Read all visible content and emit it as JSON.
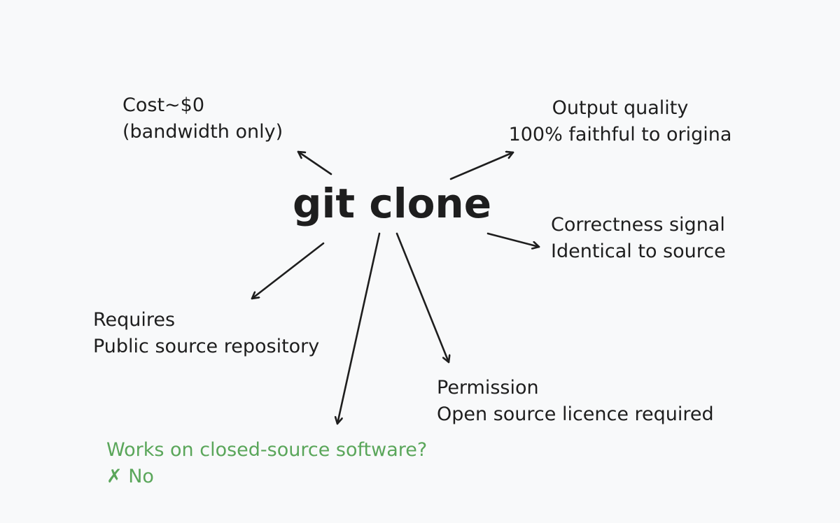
{
  "center": {
    "label": "git clone"
  },
  "nodes": {
    "cost": {
      "title": "Cost~$0",
      "detail": "(bandwidth only)"
    },
    "output": {
      "title": "Output quality",
      "detail": "100% faithful to origina"
    },
    "correctness": {
      "title": "Correctness signal",
      "detail": "Identical to source"
    },
    "requires": {
      "title": "Requires",
      "detail": "Public source repository"
    },
    "permission": {
      "title": "Permission",
      "detail": "Open source licence required"
    },
    "closed_source": {
      "title": "Works on closed-source software?",
      "detail": "✗ No"
    }
  },
  "colors": {
    "background": "#f8f9fa",
    "stroke": "#1e1e1e",
    "accent_green": "#5aa65a"
  }
}
